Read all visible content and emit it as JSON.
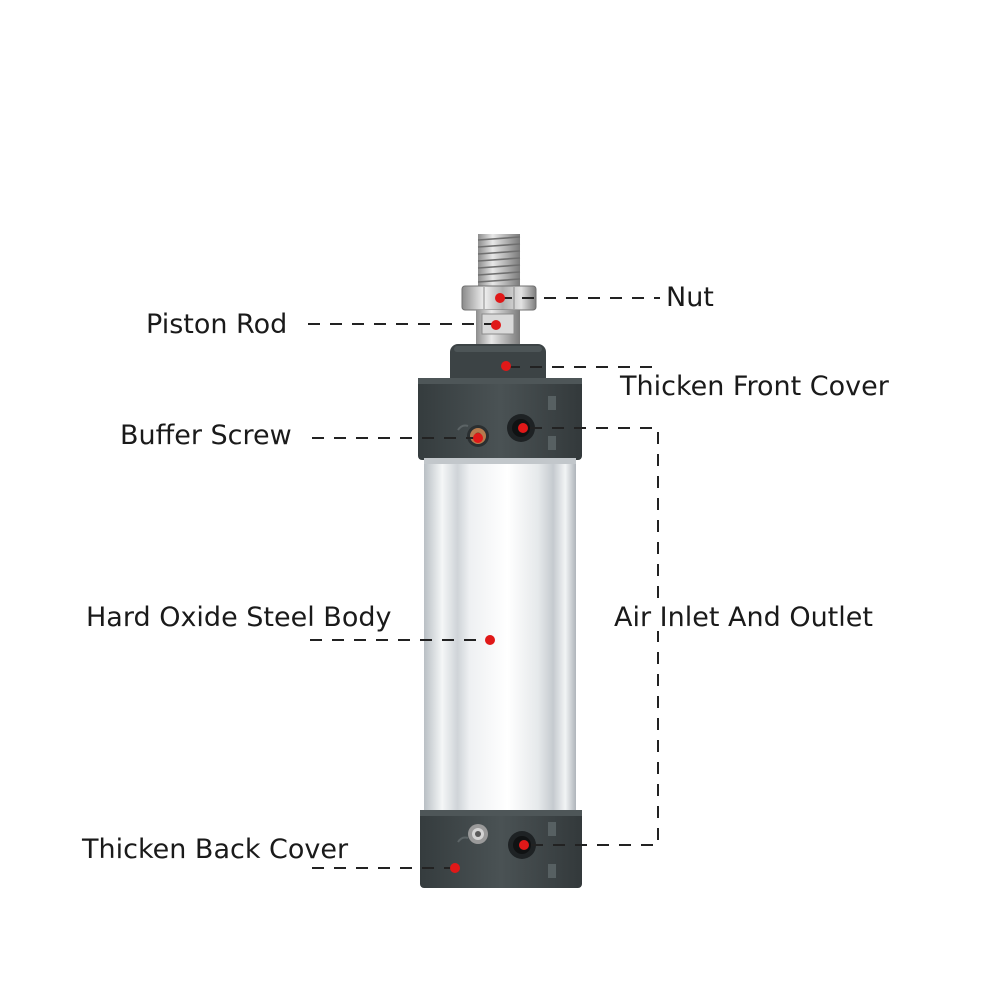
{
  "labels": {
    "nut": "Nut",
    "piston_rod": "Piston Rod",
    "thicken_front_cover": "Thicken Front Cover",
    "buffer_screw": "Buffer Screw",
    "hard_oxide_steel_body": "Hard Oxide Steel Body",
    "air_inlet_and_outlet": "Air Inlet And Outlet",
    "thicken_back_cover": "Thicken Back Cover"
  },
  "colors": {
    "marker": "#e01818",
    "leader_line": "#222222",
    "cover": "#3e4547",
    "tube": "#dfe3e6",
    "rod": "#c8c8c8"
  }
}
